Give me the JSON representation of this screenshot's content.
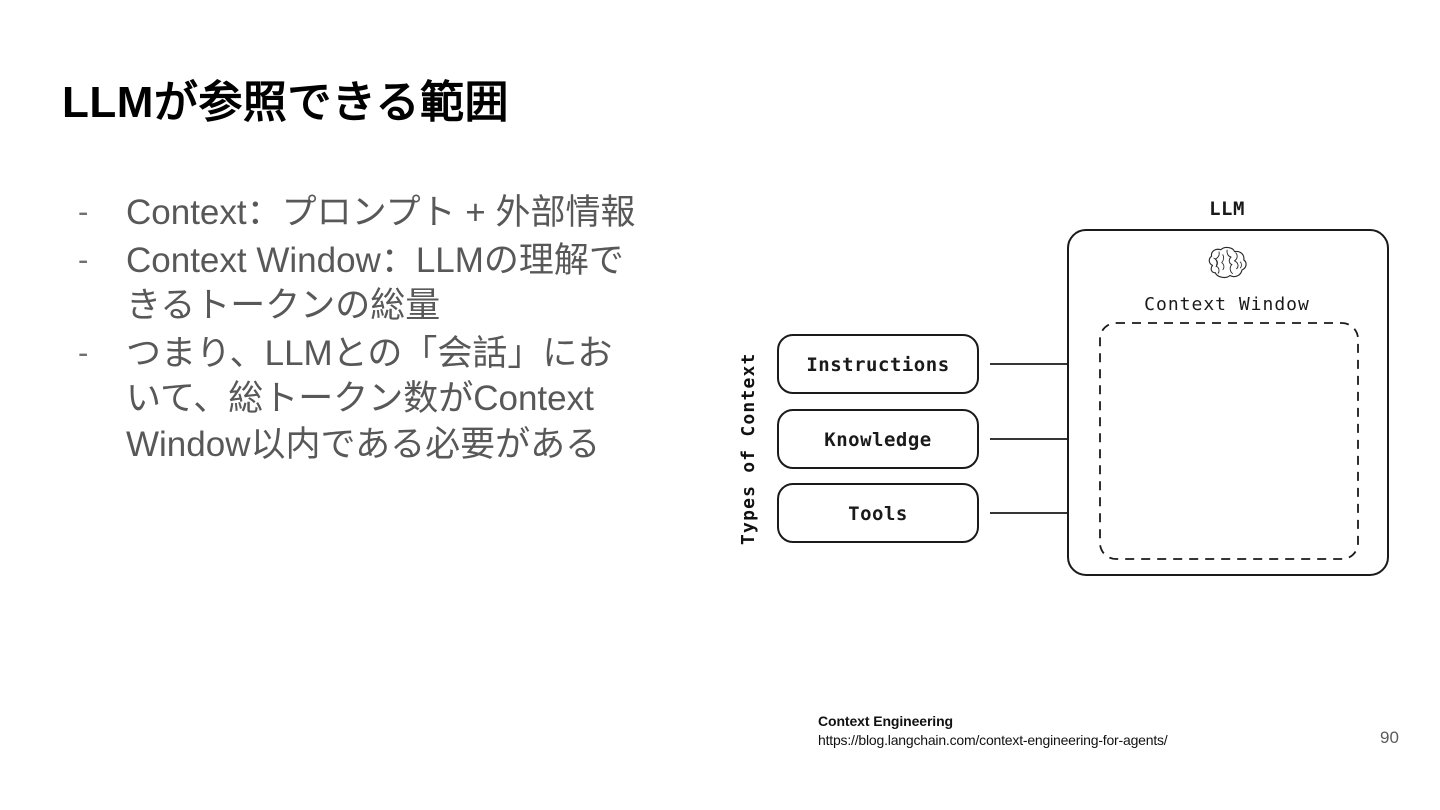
{
  "slide": {
    "title": "LLMが参照できる範囲",
    "page_number": "90",
    "background_color": "#ffffff",
    "title_color": "#000000",
    "body_color": "#585858"
  },
  "bullets": [
    {
      "marker": "-",
      "text": "Context：プロンプト + 外部情報"
    },
    {
      "marker": "-",
      "text": "Context Window：LLMの理解できるトークンの総量"
    },
    {
      "marker": "-",
      "text": "つまり、LLMとの「会話」において、総トークン数がContext Window以内である必要がある"
    }
  ],
  "diagram": {
    "axis_label": "Types of Context",
    "llm_label": "LLM",
    "context_window_label": "Context Window",
    "brain_icon": "brain-icon",
    "context_boxes": [
      {
        "label": "Instructions"
      },
      {
        "label": "Knowledge"
      },
      {
        "label": "Tools"
      }
    ],
    "arrow_count": 3,
    "stroke_color": "#1a1a1a"
  },
  "citation": {
    "title": "Context Engineering",
    "url": "https://blog.langchain.com/context-engineering-for-agents/"
  }
}
